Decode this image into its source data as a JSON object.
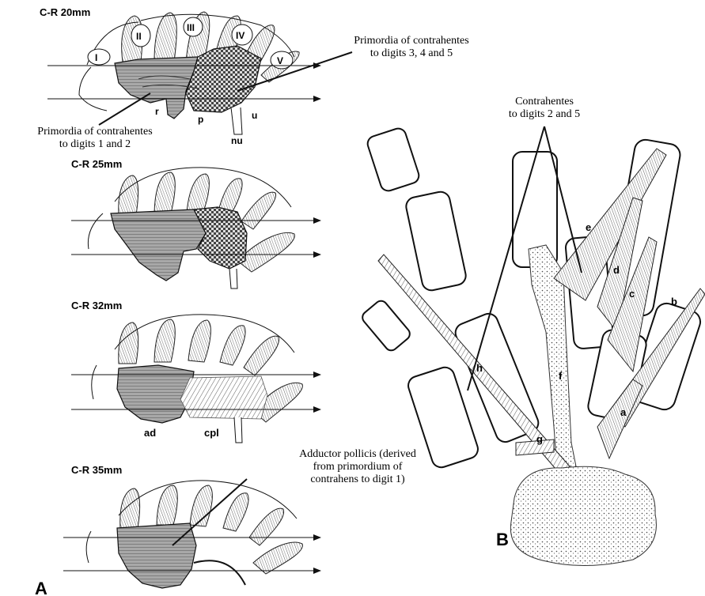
{
  "panel_a": {
    "label": "A",
    "stages": [
      "C-R 20mm",
      "C-R 25mm",
      "C-R 32mm",
      "C-R 35mm"
    ],
    "digits": [
      "I",
      "II",
      "III",
      "IV",
      "V"
    ],
    "marks_20": {
      "r": "r",
      "p": "p",
      "u": "u",
      "nu": "nu"
    },
    "marks_32": {
      "ad": "ad",
      "cpl": "cpl"
    },
    "callouts": {
      "contrahentes_345_line1": "Primordia of contrahentes",
      "contrahentes_345_line2": "to digits 3, 4 and 5",
      "contrahentes_12_line1": "Primordia of contrahentes",
      "contrahentes_12_line2": "to digits 1 and 2",
      "adductor_line1": "Adductor pollicis (derived",
      "adductor_line2": "from primordium of",
      "adductor_line3": "contrahens to digit 1)"
    }
  },
  "panel_b": {
    "label": "B",
    "callout_line1": "Contrahentes",
    "callout_line2": "to digits 2 and 5",
    "muscle_labels": [
      "a",
      "b",
      "c",
      "d",
      "e",
      "f",
      "g",
      "h"
    ]
  },
  "colors": {
    "ink": "#111111",
    "fill": "#9a9a9a",
    "paper": "#ffffff"
  }
}
